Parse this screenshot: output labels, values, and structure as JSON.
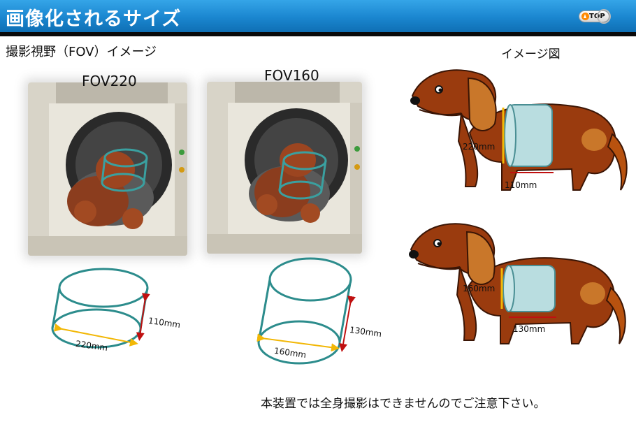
{
  "header": {
    "title": "画像化されるサイズ",
    "top_button": "TOP"
  },
  "section_label": "撮影視野（FOV）イメージ",
  "image_label": "イメージ図",
  "fov": [
    {
      "label": "FOV220",
      "diameter": "220mm",
      "length": "110mm"
    },
    {
      "label": "FOV160",
      "diameter": "160mm",
      "length": "130mm"
    }
  ],
  "dogs": [
    {
      "height": "220mm",
      "length": "110mm"
    },
    {
      "height": "160mm",
      "length": "130mm"
    }
  ],
  "footer_note": "本装置では全身撮影はできませんのでご注意下さい。",
  "colors": {
    "header": "#1a86cf",
    "cylinder": "#2c8c8c",
    "diameter_arrow": "#f2b705",
    "length_arrow": "#c01010",
    "dog_body": "#9a3b0e",
    "dog_spot": "#c9772a",
    "fov_band": "#b9dde0"
  },
  "icons": [
    "top-arrow-icon"
  ]
}
